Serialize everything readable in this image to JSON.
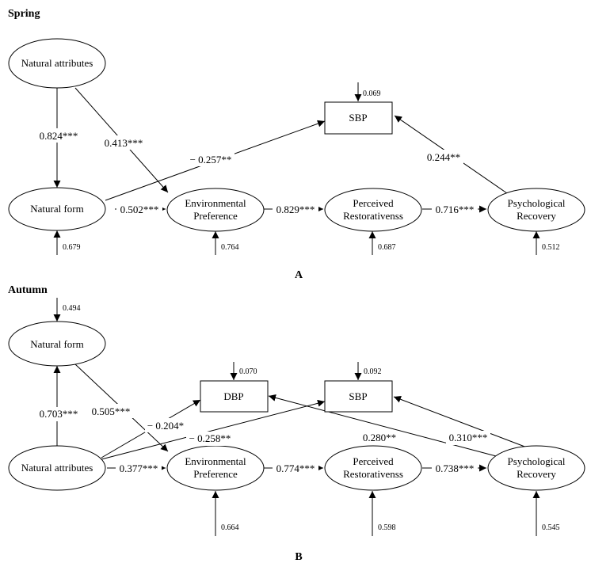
{
  "spring": {
    "title": "Spring",
    "panel_label": "A",
    "nodes": {
      "natural_attributes": "Natural attributes",
      "natural_form": "Natural form",
      "environmental_preference": [
        "Environmental",
        "Preference"
      ],
      "perceived_restorativeness": [
        "Perceived",
        "Restorativenss"
      ],
      "psychological_recovery": [
        "Psychological",
        "Recovery"
      ],
      "sbp": "SBP"
    },
    "paths": {
      "attr_to_form": "0.824***",
      "attr_to_pref": "0.413***",
      "form_to_pref": "0.502***",
      "pref_to_rest": "0.829***",
      "rest_to_recovery": "0.716***",
      "form_to_sbp": "− 0.257**",
      "recovery_to_sbp": "0.244**"
    },
    "errors": {
      "sbp": "0.069",
      "natural_form": "0.679",
      "environmental_preference": "0.764",
      "perceived_restorativeness": "0.687",
      "psychological_recovery": "0.512"
    }
  },
  "autumn": {
    "title": "Autumn",
    "panel_label": "B",
    "nodes": {
      "natural_form": "Natural form",
      "natural_attributes": "Natural attributes",
      "environmental_preference": [
        "Environmental",
        "Preference"
      ],
      "perceived_restorativeness": [
        "Perceived",
        "Restorativenss"
      ],
      "psychological_recovery": [
        "Psychological",
        "Recovery"
      ],
      "dbp": "DBP",
      "sbp": "SBP"
    },
    "paths": {
      "attr_to_form": "0.703***",
      "form_to_pref": "0.505***",
      "attr_to_dbp": "− 0.204*",
      "attr_to_sbp": "− 0.258**",
      "attr_to_pref": "0.377***",
      "pref_to_rest": "0.774***",
      "rest_to_recovery": "0.738***",
      "recovery_to_dbp": "0.280**",
      "recovery_to_sbp": "0.310***"
    },
    "errors": {
      "natural_form": "0.494",
      "dbp": "0.070",
      "sbp": "0.092",
      "environmental_preference": "0.664",
      "perceived_restorativeness": "0.598",
      "psychological_recovery": "0.545"
    }
  }
}
